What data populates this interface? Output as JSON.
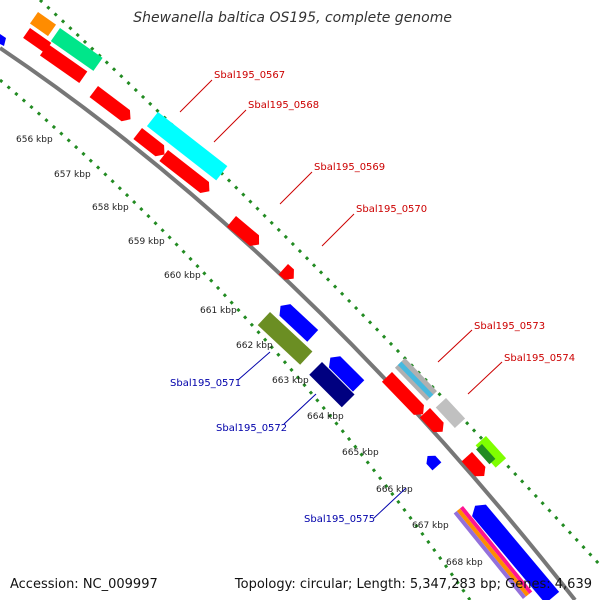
{
  "title": "Shewanella baltica OS195, complete genome",
  "accession_label": "Accession: NC_009997",
  "summary_label": "Topology: circular; Length: 5,347,283 bp; Genes: 4,639",
  "ticks": [
    {
      "label": "656 kbp"
    },
    {
      "label": "657 kbp"
    },
    {
      "label": "658 kbp"
    },
    {
      "label": "659 kbp"
    },
    {
      "label": "660 kbp"
    },
    {
      "label": "661 kbp"
    },
    {
      "label": "662 kbp"
    },
    {
      "label": "663 kbp"
    },
    {
      "label": "664 kbp"
    },
    {
      "label": "665 kbp"
    },
    {
      "label": "666 kbp"
    },
    {
      "label": "667 kbp"
    },
    {
      "label": "668 kbp"
    }
  ],
  "gene_labels": [
    {
      "text": "Sbal195_0567",
      "color": "#cc0000"
    },
    {
      "text": "Sbal195_0568",
      "color": "#cc0000"
    },
    {
      "text": "Sbal195_0569",
      "color": "#cc0000"
    },
    {
      "text": "Sbal195_0570",
      "color": "#cc0000"
    },
    {
      "text": "Sbal195_0573",
      "color": "#cc0000"
    },
    {
      "text": "Sbal195_0574",
      "color": "#cc0000"
    },
    {
      "text": "Sbal195_0571",
      "color": "#0000aa"
    },
    {
      "text": "Sbal195_0572",
      "color": "#0000aa"
    },
    {
      "text": "Sbal195_0575",
      "color": "#0000aa"
    }
  ],
  "colors": {
    "backbone": "#888888",
    "dotted_track": "#228b22",
    "red": "#ff0000",
    "cyan": "#00ffff",
    "blue": "#0000ff",
    "navy": "#000080",
    "olive": "#6b8e23",
    "gray": "#c0c0c0",
    "orange": "#ff8c00",
    "green": "#00ff7f",
    "lime": "#7fff00",
    "pink": "#ff1493"
  }
}
